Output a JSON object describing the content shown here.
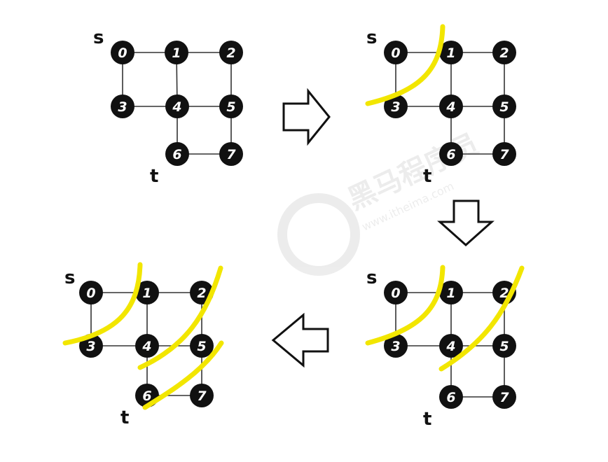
{
  "colors": {
    "node": "#111111",
    "edge": "#333333",
    "cut": "#f2e600",
    "arrow_stroke": "#111111"
  },
  "node_labels": [
    "0",
    "1",
    "2",
    "3",
    "4",
    "5",
    "6",
    "7"
  ],
  "source_label": "s",
  "sink_label": "t",
  "edges": [
    [
      0,
      1
    ],
    [
      1,
      2
    ],
    [
      0,
      3
    ],
    [
      1,
      4
    ],
    [
      2,
      5
    ],
    [
      3,
      4
    ],
    [
      4,
      5
    ],
    [
      4,
      6
    ],
    [
      5,
      7
    ],
    [
      6,
      7
    ]
  ],
  "watermark": {
    "text": "黑马程序员",
    "url": "www.itheima.com"
  },
  "panels": [
    {
      "step": 1,
      "cuts": 0
    },
    {
      "step": 2,
      "cuts": 1
    },
    {
      "step": 3,
      "cuts": 2
    },
    {
      "step": 4,
      "cuts": 3
    }
  ],
  "arrows": [
    {
      "direction": "right-arrow-icon"
    },
    {
      "direction": "down-arrow-icon"
    },
    {
      "direction": "left-arrow-icon"
    }
  ]
}
